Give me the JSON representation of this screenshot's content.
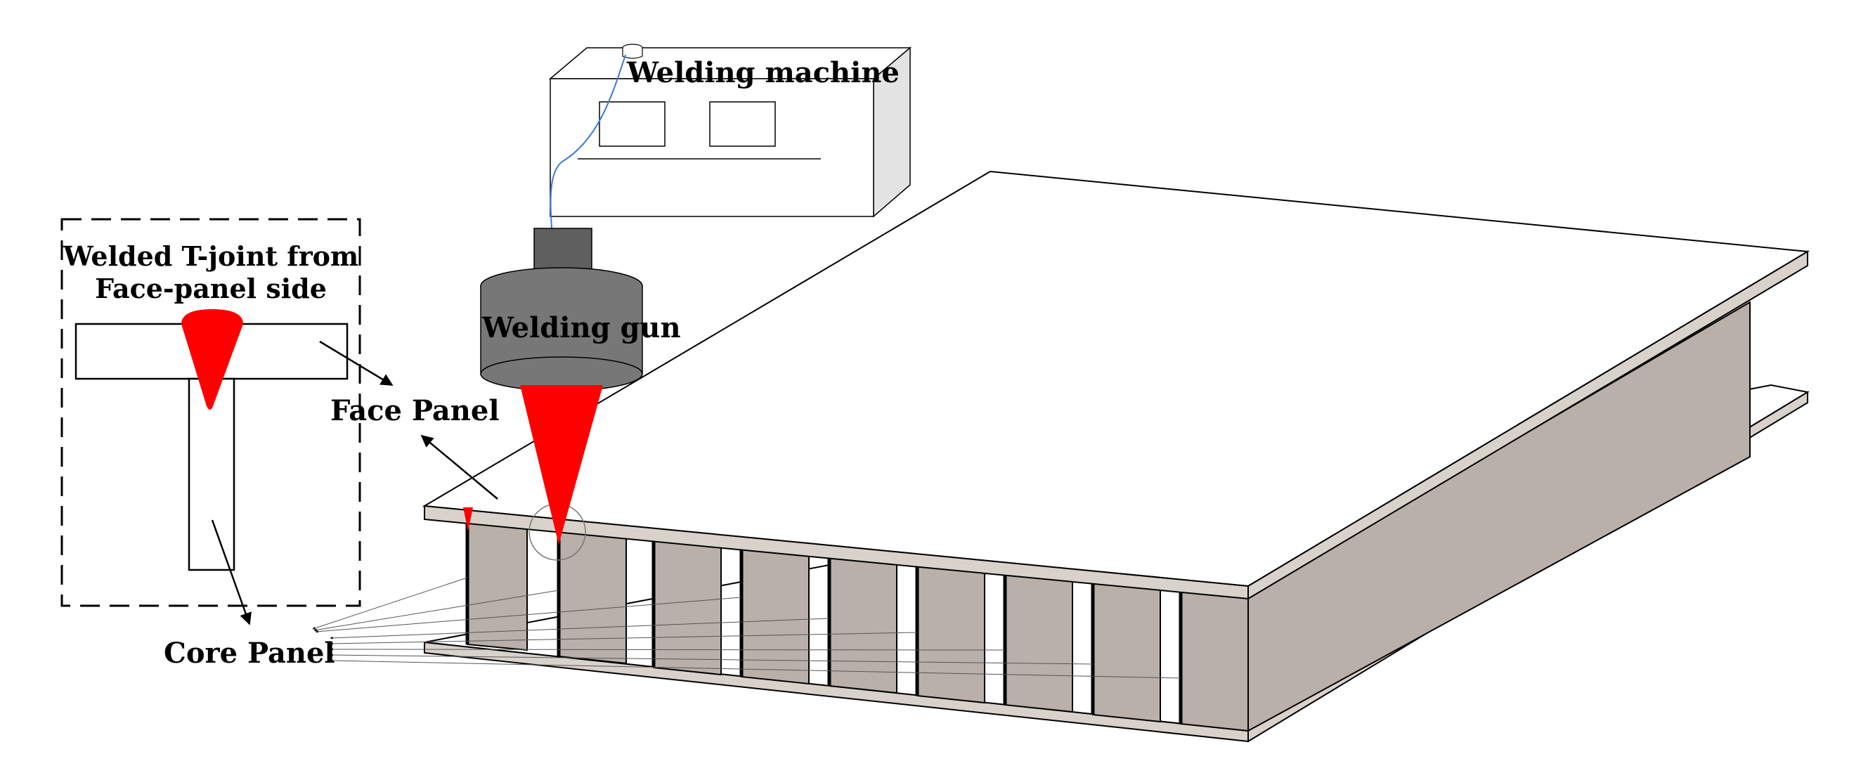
{
  "labels": {
    "welding_machine": "Welding machine",
    "welded_tjoint_line1": "Welded T-joint from",
    "welded_tjoint_line2": "Face-panel side",
    "welding_gun": "Welding gun",
    "face_panel": "Face Panel",
    "core_panel": "Core Panel"
  },
  "colors": {
    "weld": "#ff0000",
    "panel_edge": "#d9d2cb",
    "core_web": "#b9b0aa",
    "machine_side": "#e3e3e3",
    "gun_body": "#777777",
    "gun_top": "#5f5f5f",
    "cable": "#3a7bd5"
  }
}
